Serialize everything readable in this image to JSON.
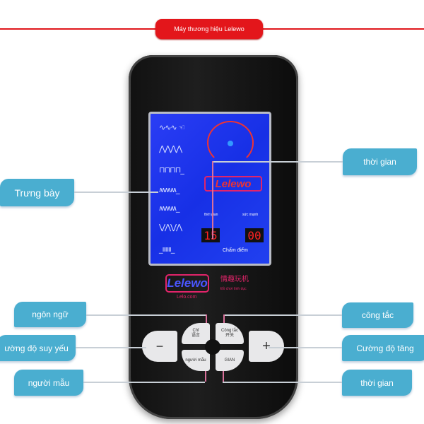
{
  "banner": "Máy thương hiệu Lelewo",
  "labels": {
    "display": "Trưng bày",
    "time_top": "thời gian",
    "language": "ngôn ngữ",
    "weaken": "ường độ suy yếu",
    "model": "người mẫu",
    "switch": "công tắc",
    "increase": "Cường độ tăng",
    "time_bottom": "thời gian"
  },
  "screen": {
    "time_label": "thời gian",
    "strength_label": "sức mạnh",
    "time_value": "15",
    "strength_value": "00",
    "score_label": "Chấm điểm",
    "logo": "Lelewo"
  },
  "device": {
    "brand": "Lelewo",
    "chinese": "情趣玩机",
    "subtitle": "Đồ chơi tình dục",
    "site": "Lelo.com"
  },
  "buttons": {
    "minus": "−",
    "plus": "+",
    "language_vi": "Chỉ",
    "language_zh": "语言",
    "switch_vi": "Công tắc",
    "switch_zh": "开关",
    "model_vi": "người mẫu",
    "time_vi": "GIAN"
  },
  "colors": {
    "accent_red": "#e3161b",
    "label_blue": "#4aaed0",
    "screen_blue": "#1730e6"
  }
}
